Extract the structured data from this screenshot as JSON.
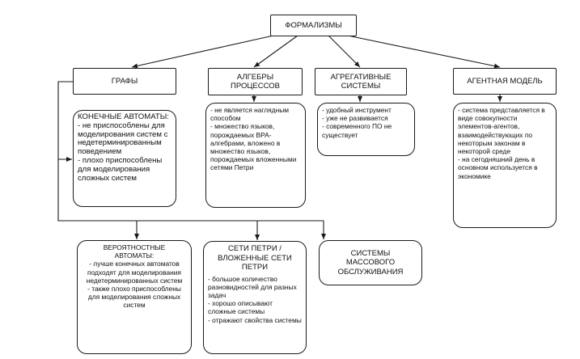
{
  "root": {
    "label": "ФОРМАЛИЗМЫ"
  },
  "categories": {
    "graphs": "ГРАФЫ",
    "process_algebras": "АЛГЕБРЫ\nПРОЦЕССОВ",
    "aggregate_systems": "АГРЕГАТИВНЫЕ\nСИСТЕМЫ",
    "agent_model": "АГЕНТНАЯ МОДЕЛЬ"
  },
  "notes": {
    "finite_automata": "КОНЕЧНЫЕ АВТОМАТЫ:\n- не приспособлены для моделирования систем с недетерминированным поведением\n- плохо приспособлены для моделирования сложных систем",
    "process_algebras": "- не является наглядным способом\n- множество языков, порождаемых ВРА-алгебрами, вложено в множество языков, порождаемых вложенными сетями Петри",
    "aggregate_systems": "- удобный инструмент\n- уже не развивается\n- современного ПО не существует",
    "agent_model": "- система представляется в виде совокупности элементов-агентов, взаимодействующих по некоторым законам в некоторой среде\n- на сегодняшний день в основном используется в экономике"
  },
  "bottom": {
    "probabilistic_automata": "ВЕРОЯТНОСТНЫЕ\nАВТОМАТЫ:\n- лучше конечных автоматов подходят для моделирования недетерминированных систем\n- также плохо приспособлены для моделирования сложных систем",
    "petri_nets_title": "СЕТИ ПЕТРИ /\nВЛОЖЕННЫЕ СЕТИ\nПЕТРИ",
    "petri_nets_body": "- большое количество разновидностей для разных задач\n- хорошо описывают сложные системы\n- отражают свойства системы",
    "queueing_systems": "СИСТЕМЫ\nМАССОВОГО\nОБСЛУЖИВАНИЯ"
  }
}
